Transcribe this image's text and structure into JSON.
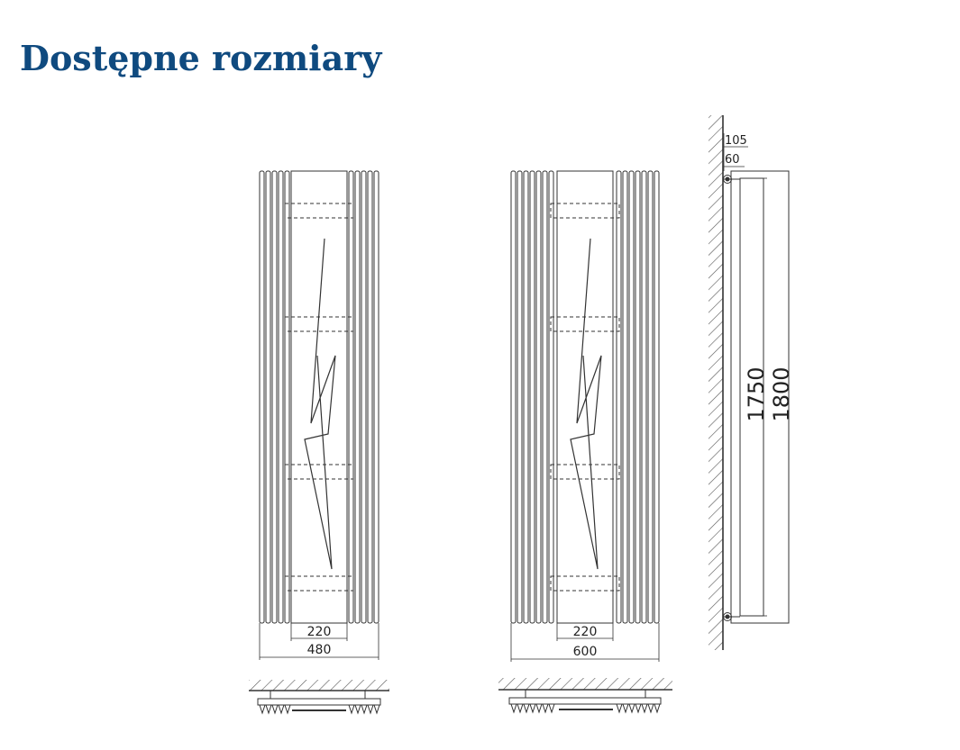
{
  "page": {
    "title": "Dostępne rozmiary",
    "title_color": "#0f4a7f"
  },
  "colors": {
    "line": "#333333",
    "hatch": "#555555"
  },
  "radiator_small": {
    "panel_width": "220",
    "total_width": "480"
  },
  "radiator_large": {
    "panel_width": "220",
    "total_width": "600"
  },
  "side_view": {
    "depth_total": "105",
    "depth_bracket": "60",
    "height_inner": "1750",
    "height_total": "1800"
  }
}
